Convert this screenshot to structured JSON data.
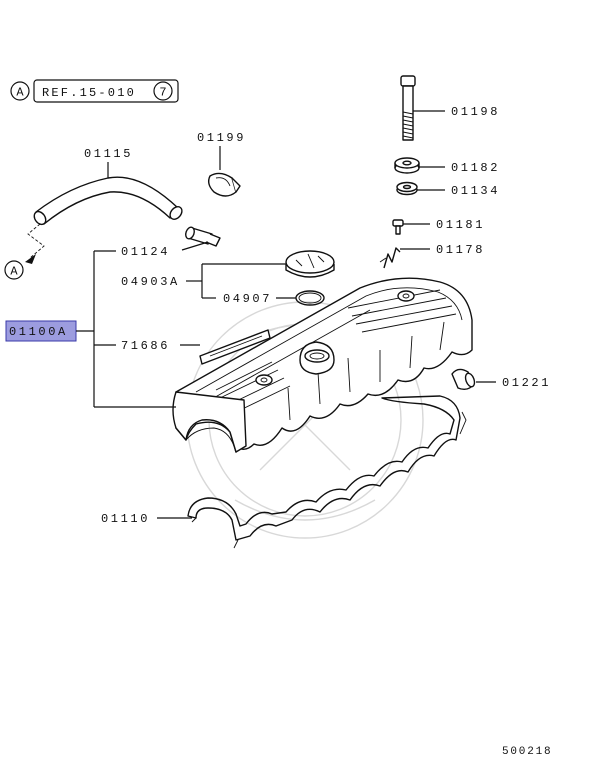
{
  "reference": {
    "circle_letter": "A",
    "ref_text": "REF.15-010",
    "ref_number": "7"
  },
  "callouts": {
    "p01198": "01198",
    "p01182": "01182",
    "p01134": "01134",
    "p01199": "01199",
    "p01115": "01115",
    "p01181": "01181",
    "p01178": "01178",
    "p01124": "01124",
    "p04903A": "04903A",
    "p04907": "04907",
    "p01100A": "01100A",
    "p71686": "71686",
    "p01221": "01221",
    "p01110": "01110"
  },
  "connector_letter": "A",
  "highlighted_part": "01100A",
  "highlight_color": "#9c9cdf",
  "diagram_id": "500218"
}
